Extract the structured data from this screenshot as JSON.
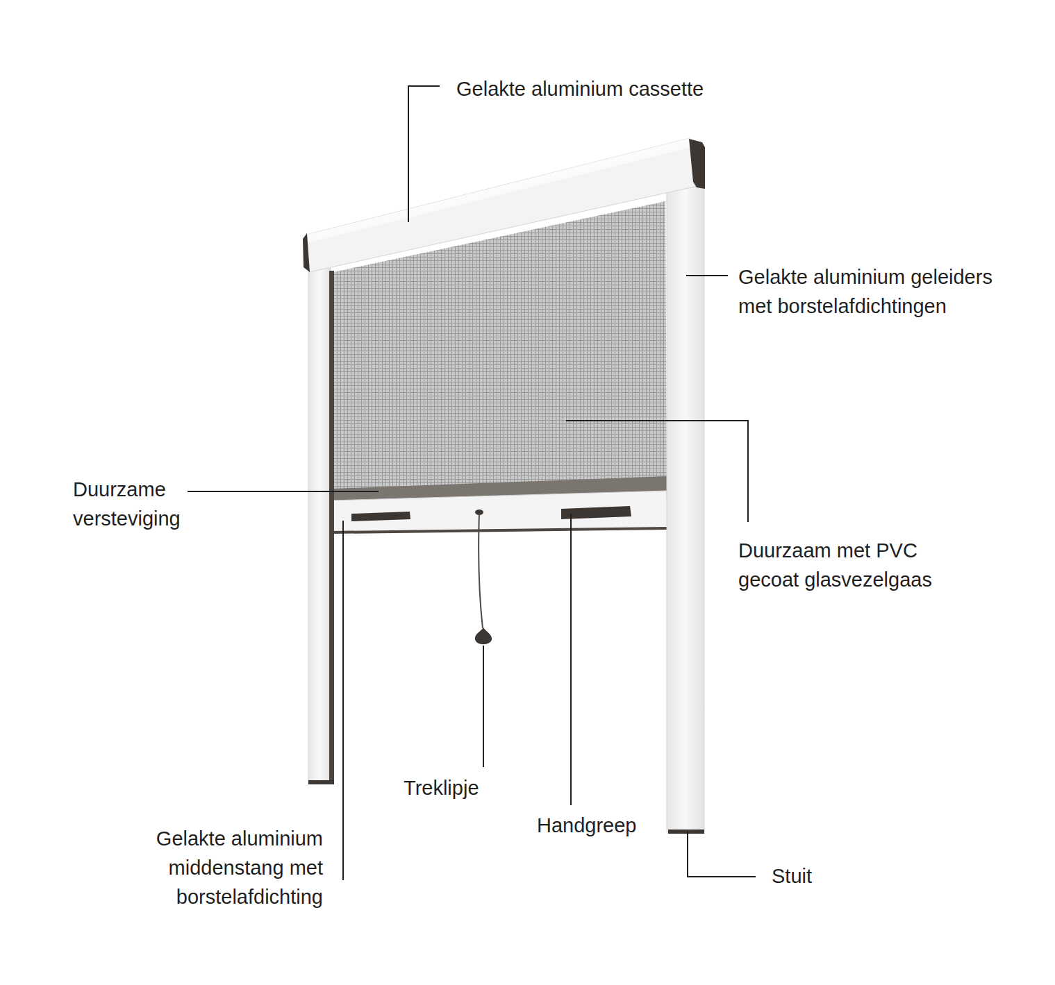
{
  "diagram": {
    "labels": [
      "Gelakte aluminium cassette",
      "Gelakte aluminium geleiders met borstelafdichtingen",
      "Duurzame versteviging",
      "Duurzaam met PVC gecoat glasvezelgaas",
      "Treklipje",
      "Handgreep",
      "Gelakte aluminium middenstang met borstelafdichting",
      "Stuit"
    ]
  }
}
